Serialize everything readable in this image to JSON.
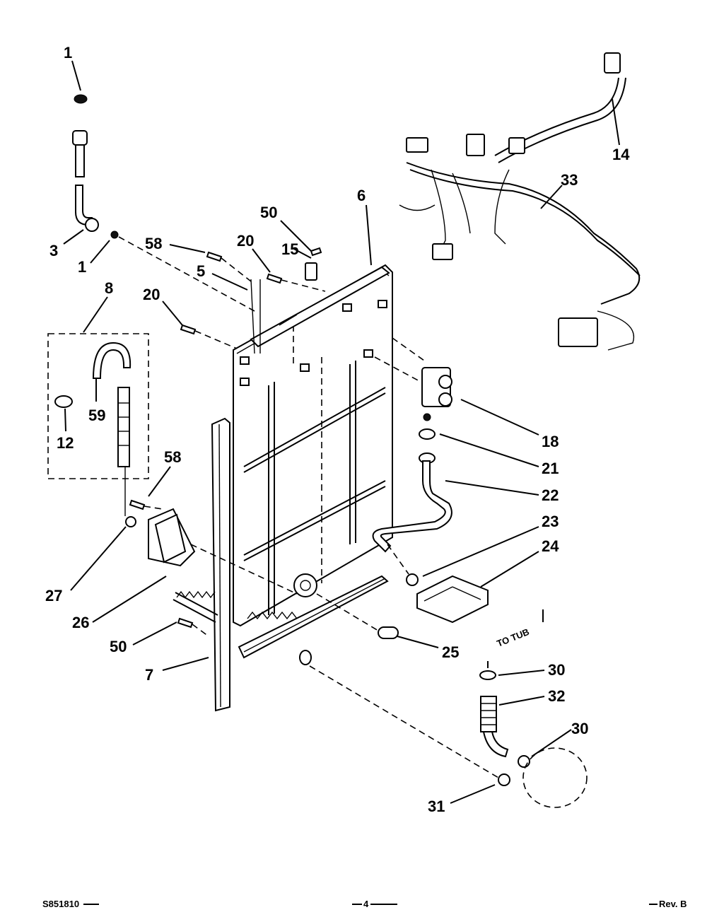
{
  "callouts": {
    "c1a": "1",
    "c1b": "1",
    "c3": "3",
    "c5": "5",
    "c6": "6",
    "c7": "7",
    "c8": "8",
    "c12": "12",
    "c14": "14",
    "c15": "15",
    "c18": "18",
    "c20a": "20",
    "c20b": "20",
    "c21": "21",
    "c22": "22",
    "c23": "23",
    "c24": "24",
    "c25": "25",
    "c26": "26",
    "c27": "27",
    "c30a": "30",
    "c30b": "30",
    "c31": "31",
    "c32": "32",
    "c33": "33",
    "c50a": "50",
    "c50b": "50",
    "c58a": "58",
    "c58b": "58",
    "c59": "59"
  },
  "annotation": {
    "to_tub": "TO TUB"
  },
  "footer": {
    "code": "S851810",
    "page": "4",
    "rev": "Rev. B"
  }
}
